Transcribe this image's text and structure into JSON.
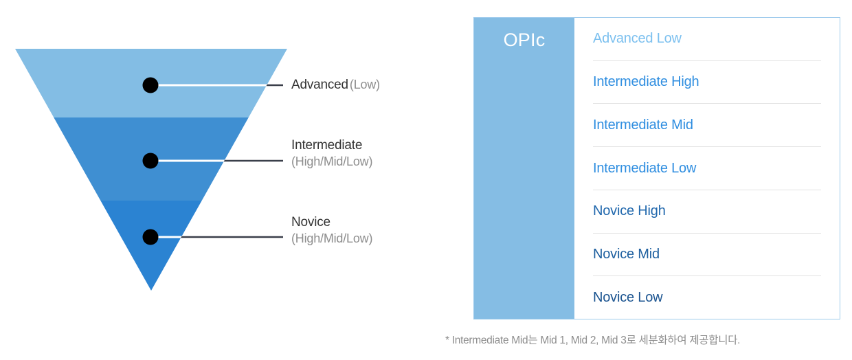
{
  "funnel": {
    "bands": [
      {
        "name": "advanced",
        "color": "#83bde4"
      },
      {
        "name": "intermediate",
        "color": "#3f8fd2"
      },
      {
        "name": "novice",
        "color": "#2b83d2"
      }
    ],
    "labels": [
      {
        "main": "Advanced",
        "sub": "(Low)",
        "layout": "inline"
      },
      {
        "main": "Intermediate",
        "sub": "(High/Mid/Low)",
        "layout": "stacked"
      },
      {
        "main": "Novice",
        "sub": "(High/Mid/Low)",
        "layout": "stacked"
      }
    ],
    "marker_color": "#ffffff",
    "leader_inner_color": "#ffffff",
    "leader_outer_color": "#3a3f4a"
  },
  "opic": {
    "title": "OPIc",
    "sidebar_color": "#85bde4",
    "border_color": "#9ecbec",
    "levels": [
      {
        "label": "Advanced Low",
        "color": "#7cc0ef"
      },
      {
        "label": "Intermediate High",
        "color": "#2f8ee0"
      },
      {
        "label": "Intermediate Mid",
        "color": "#2f8ee0"
      },
      {
        "label": "Intermediate Low",
        "color": "#2f8ee0"
      },
      {
        "label": "Novice High",
        "color": "#2168ad"
      },
      {
        "label": "Novice Mid",
        "color": "#1d5f9f"
      },
      {
        "label": "Novice Low",
        "color": "#1b5490"
      }
    ],
    "footnote": "* Intermediate Mid는 Mid 1, Mid 2, Mid 3로 세분화하여 제공합니다."
  }
}
